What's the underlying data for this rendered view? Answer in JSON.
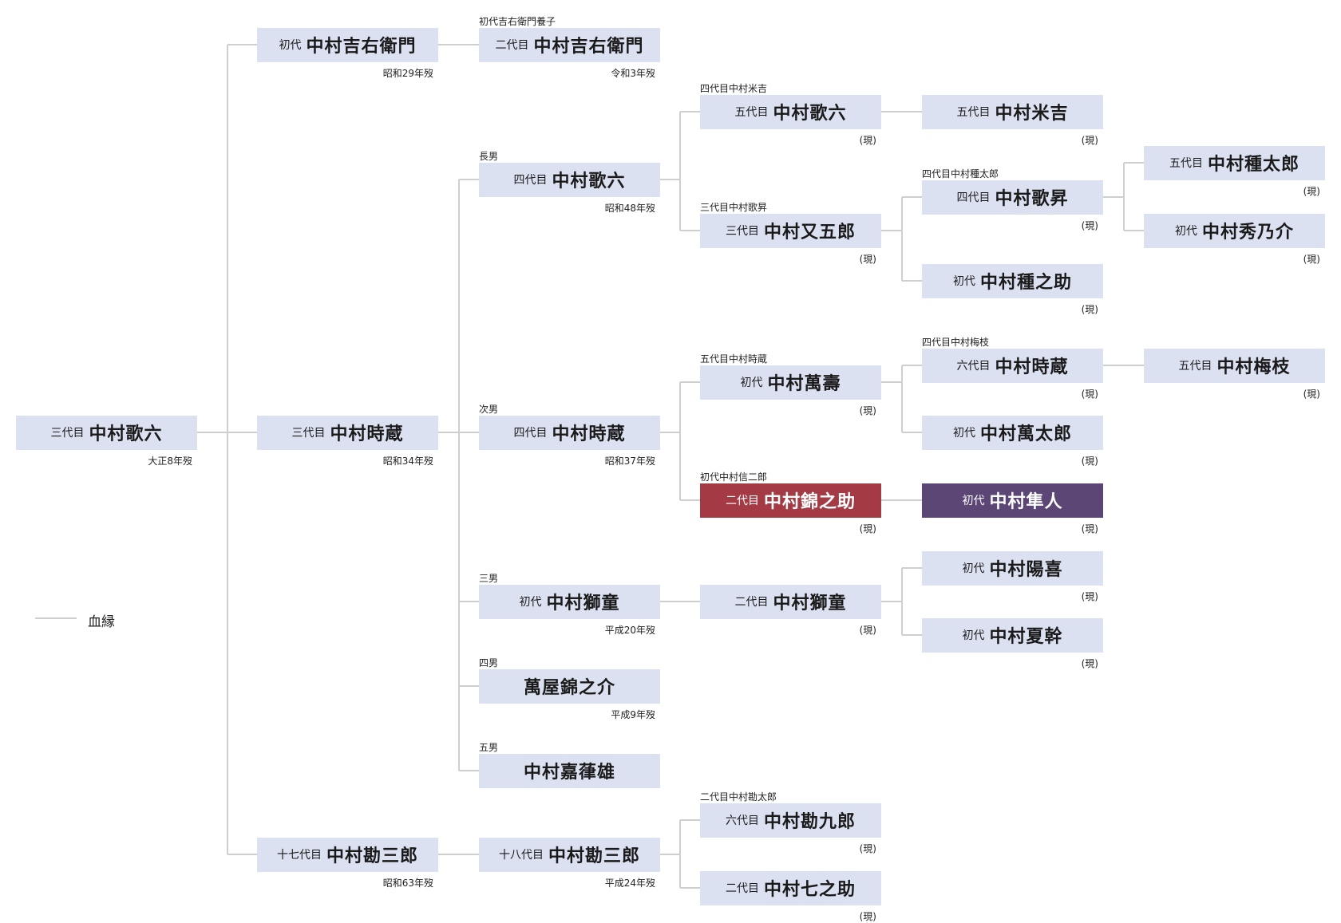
{
  "legend": {
    "blood_label": "血縁"
  },
  "colors": {
    "node": "#dce1f2",
    "highlight_red": "#a33a44",
    "highlight_purple": "#5b4675",
    "line": "#cfcfcf"
  },
  "nodes": [
    {
      "id": "n1",
      "title": "三代目",
      "name": "中村歌六",
      "above": "",
      "below": "大正8年歿"
    },
    {
      "id": "n2",
      "title": "初代",
      "name": "中村吉右衛門",
      "above": "",
      "below": "昭和29年歿"
    },
    {
      "id": "n3",
      "title": "二代目",
      "name": "中村吉右衛門",
      "above": "初代吉右衛門養子",
      "below": "令和3年歿"
    },
    {
      "id": "n4",
      "title": "三代目",
      "name": "中村時蔵",
      "above": "",
      "below": "昭和34年歿"
    },
    {
      "id": "n5",
      "title": "十七代目",
      "name": "中村勘三郎",
      "above": "",
      "below": "昭和63年歿"
    },
    {
      "id": "n6",
      "title": "四代目",
      "name": "中村歌六",
      "above": "長男",
      "below": "昭和48年歿"
    },
    {
      "id": "n7",
      "title": "四代目",
      "name": "中村時蔵",
      "above": "次男",
      "below": "昭和37年歿"
    },
    {
      "id": "n8",
      "title": "初代",
      "name": "中村獅童",
      "above": "三男",
      "below": "平成20年歿"
    },
    {
      "id": "n9",
      "title": "",
      "name": "萬屋錦之介",
      "above": "四男",
      "below": "平成9年歿"
    },
    {
      "id": "n10",
      "title": "",
      "name": "中村嘉葎雄",
      "above": "五男",
      "below": ""
    },
    {
      "id": "n11",
      "title": "十八代目",
      "name": "中村勘三郎",
      "above": "",
      "below": "平成24年歿"
    },
    {
      "id": "n12",
      "title": "五代目",
      "name": "中村歌六",
      "above": "四代目中村米吉",
      "below": "(現)"
    },
    {
      "id": "n13",
      "title": "三代目",
      "name": "中村又五郎",
      "above": "三代目中村歌昇",
      "below": "(現)"
    },
    {
      "id": "n14",
      "title": "初代",
      "name": "中村萬壽",
      "above": "五代目中村時蔵",
      "below": "(現)"
    },
    {
      "id": "n15",
      "title": "二代目",
      "name": "中村錦之助",
      "above": "初代中村信二郎",
      "below": "(現)",
      "style": "red"
    },
    {
      "id": "n16",
      "title": "二代目",
      "name": "中村獅童",
      "above": "",
      "below": "(現)"
    },
    {
      "id": "n17",
      "title": "六代目",
      "name": "中村勘九郎",
      "above": "二代目中村勘太郎",
      "below": "(現)"
    },
    {
      "id": "n18",
      "title": "二代目",
      "name": "中村七之助",
      "above": "",
      "below": "(現)"
    },
    {
      "id": "n19",
      "title": "五代目",
      "name": "中村米吉",
      "above": "",
      "below": "(現)"
    },
    {
      "id": "n20",
      "title": "四代目",
      "name": "中村歌昇",
      "above": "四代目中村種太郎",
      "below": "(現)"
    },
    {
      "id": "n21",
      "title": "初代",
      "name": "中村種之助",
      "above": "",
      "below": "(現)"
    },
    {
      "id": "n22",
      "title": "六代目",
      "name": "中村時蔵",
      "above": "四代目中村梅枝",
      "below": "(現)"
    },
    {
      "id": "n23",
      "title": "初代",
      "name": "中村萬太郎",
      "above": "",
      "below": "(現)"
    },
    {
      "id": "n24",
      "title": "初代",
      "name": "中村隼人",
      "above": "",
      "below": "(現)",
      "style": "purple"
    },
    {
      "id": "n25",
      "title": "初代",
      "name": "中村陽喜",
      "above": "",
      "below": "(現)"
    },
    {
      "id": "n26",
      "title": "初代",
      "name": "中村夏幹",
      "above": "",
      "below": "(現)"
    },
    {
      "id": "n27",
      "title": "五代目",
      "name": "中村種太郎",
      "above": "",
      "below": "(現)"
    },
    {
      "id": "n28",
      "title": "初代",
      "name": "中村秀乃介",
      "above": "",
      "below": "(現)"
    },
    {
      "id": "n29",
      "title": "五代目",
      "name": "中村梅枝",
      "above": "",
      "below": "(現)"
    }
  ],
  "edges": [
    {
      "from": "n1",
      "to": [
        "n2",
        "n4",
        "n5"
      ]
    },
    {
      "from": "n2",
      "to": [
        "n3"
      ]
    },
    {
      "from": "n4",
      "to": [
        "n6",
        "n7",
        "n8",
        "n9",
        "n10"
      ]
    },
    {
      "from": "n5",
      "to": [
        "n11"
      ]
    },
    {
      "from": "n6",
      "to": [
        "n12",
        "n13"
      ]
    },
    {
      "from": "n7",
      "to": [
        "n14",
        "n15"
      ]
    },
    {
      "from": "n8",
      "to": [
        "n16"
      ]
    },
    {
      "from": "n11",
      "to": [
        "n17",
        "n18"
      ]
    },
    {
      "from": "n12",
      "to": [
        "n19"
      ]
    },
    {
      "from": "n13",
      "to": [
        "n20",
        "n21"
      ]
    },
    {
      "from": "n14",
      "to": [
        "n22",
        "n23"
      ]
    },
    {
      "from": "n15",
      "to": [
        "n24"
      ]
    },
    {
      "from": "n16",
      "to": [
        "n25",
        "n26"
      ]
    },
    {
      "from": "n20",
      "to": [
        "n27",
        "n28"
      ]
    },
    {
      "from": "n22",
      "to": [
        "n29"
      ]
    }
  ]
}
